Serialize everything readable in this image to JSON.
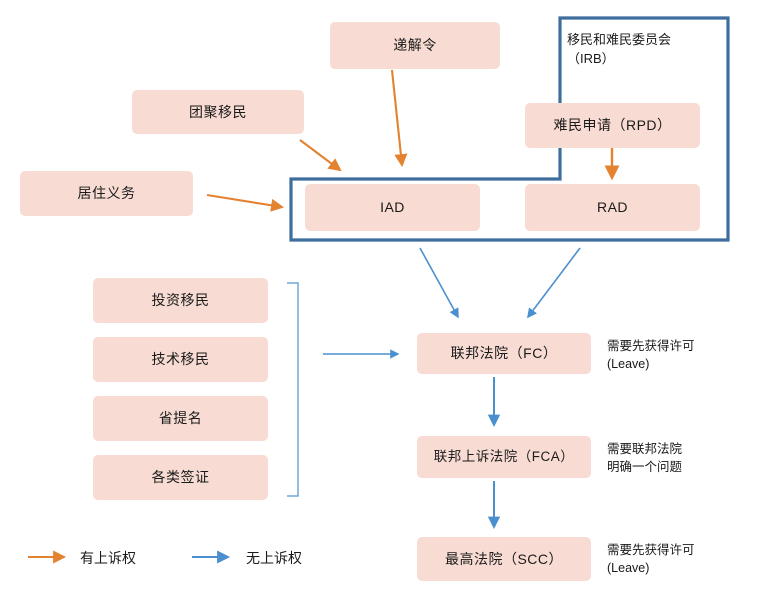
{
  "diagram": {
    "title": "Canadian Immigration Appeal Routes Flowchart",
    "colors": {
      "node_fill": "#F8DCD3",
      "container_border": "#3E6E9E",
      "orange_arrow": "#E3822F",
      "blue_arrow": "#4A90CE",
      "bracket": "#6FA8DC",
      "text": "#1a1a1a"
    },
    "nodes": {
      "deportation_order": "递解令",
      "family_reunification": "团聚移民",
      "residency_obligation": "居住义务",
      "iad": "IAD",
      "rad": "RAD",
      "refugee_claim": "难民申请（RPD）",
      "investment_immigration": "投资移民",
      "skilled_immigration": "技术移民",
      "provincial_nominee": "省提名",
      "various_visas": "各类签证",
      "federal_court": "联邦法院（FC）",
      "federal_court_appeal": "联邦上诉法院（FCA）",
      "supreme_court": "最高法院（SCC）"
    },
    "container": {
      "irb_label": "移民和难民委员会\n（IRB）"
    },
    "notes": {
      "fc_note": "需要先获得许可\n(Leave)",
      "fca_note": "需要联邦法院\n明确一个问题",
      "scc_note": "需要先获得许可\n(Leave)"
    },
    "legend": {
      "has_appeal_right": "有上诉权",
      "no_appeal_right": "无上诉权"
    }
  }
}
